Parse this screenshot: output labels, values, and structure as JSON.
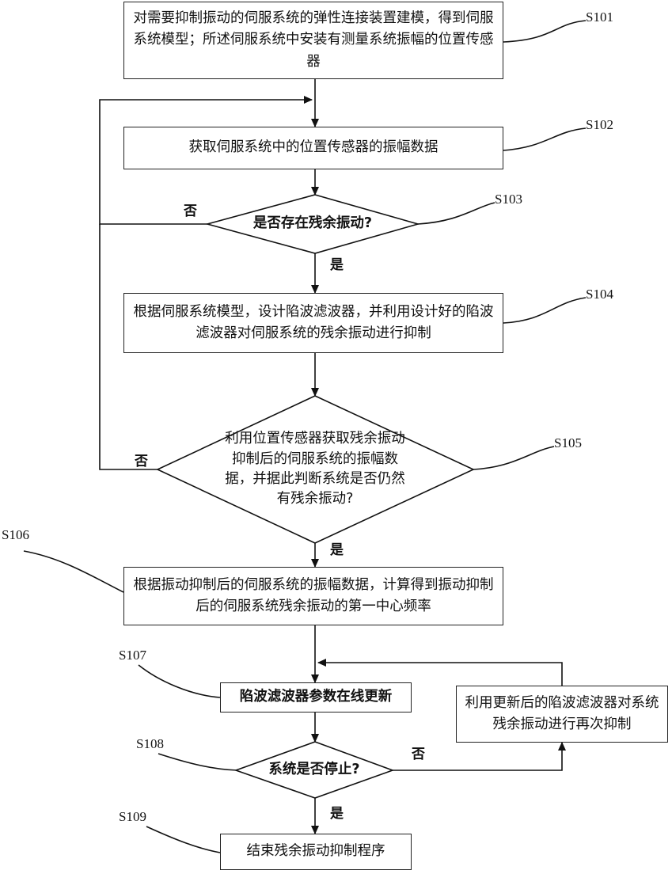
{
  "steps": {
    "s101": {
      "id": "S101",
      "text": "对需要抑制振动的伺服系统的弹性连接装置建模，得到伺服系统模型；所述伺服系统中安装有测量系统振幅的位置传感器"
    },
    "s102": {
      "id": "S102",
      "text": "获取伺服系统中的位置传感器的振幅数据"
    },
    "s103": {
      "id": "S103",
      "text": "是否存在残余振动?"
    },
    "s104": {
      "id": "S104",
      "text": "根据伺服系统模型，设计陷波滤波器，并利用设计好的陷波滤波器对伺服系统的残余振动进行抑制"
    },
    "s105": {
      "id": "S105",
      "text": "利用位置传感器获取残余振动抑制后的伺服系统的振幅数据，并据此判断系统是否仍然有残余振动?"
    },
    "s106": {
      "id": "S106",
      "text": "根据振动抑制后的伺服系统的振幅数据，计算得到振动抑制后的伺服系统残余振动的第一中心频率"
    },
    "s107": {
      "id": "S107",
      "text": "陷波滤波器参数在线更新"
    },
    "s108": {
      "id": "S108",
      "text": "系统是否停止?"
    },
    "s109": {
      "id": "S109",
      "text": "结束残余振动抑制程序"
    },
    "side": {
      "text": "利用更新后的陷波滤波器对系统残余振动进行再次抑制"
    }
  },
  "branch_labels": {
    "s103_no": "否",
    "s103_yes": "是",
    "s105_no": "否",
    "s105_yes": "是",
    "s108_no": "否",
    "s108_yes": "是"
  }
}
